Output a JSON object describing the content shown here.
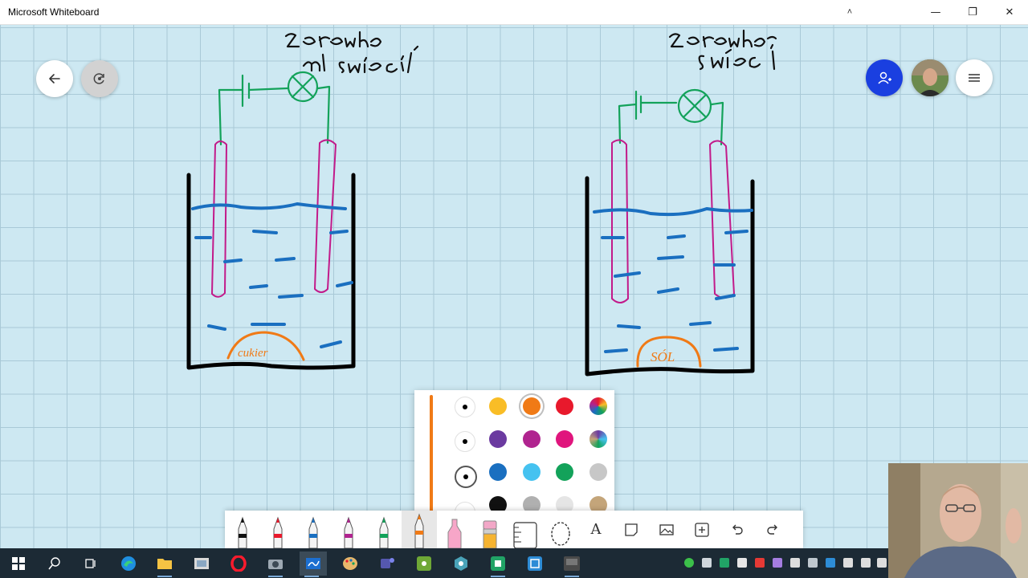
{
  "window": {
    "title": "Microsoft Whiteboard",
    "collapse_glyph": "˄",
    "minimize_glyph": "—",
    "maximize_glyph": "❐",
    "close_glyph": "✕"
  },
  "canvas": {
    "background_color": "#cde8f2",
    "grid_color": "#a9c9d7",
    "left_drawing": {
      "caption_line1": "żarówka",
      "caption_line2": "nie świeci",
      "substance_label": "cukier"
    },
    "right_drawing": {
      "caption_line1": "żarówka",
      "caption_line2": "świeci",
      "substance_label": "SÓL"
    }
  },
  "floating_buttons": {
    "back": "arrow-left-icon",
    "history": "rotate-icon",
    "invite": "person-add-icon",
    "menu": "hamburger-icon"
  },
  "palette": {
    "selected_color": "#f07a16",
    "pen_sizes": [
      "small",
      "medium",
      "large",
      "xlarge"
    ],
    "colors": [
      [
        "#f9bd26",
        "#f07a16",
        "#e8192c"
      ],
      [
        "#6b3aa0",
        "#b0248f",
        "#e0157d"
      ],
      [
        "#1a6fc0",
        "#45c2f0",
        "#13a25a",
        "#c7c7c7"
      ],
      [
        "#111111",
        "#b0b0b0",
        "#e5e5e5",
        "#c4a57a"
      ]
    ]
  },
  "toolbar": {
    "tools": [
      "black-pen",
      "red-pen",
      "blue-pen",
      "magenta-pen",
      "green-pen",
      "orange-pen",
      "highlighter",
      "eraser",
      "ruler",
      "lasso",
      "text",
      "sticky-note",
      "image",
      "insert",
      "undo",
      "redo"
    ],
    "text_tool_glyph": "A"
  },
  "taskbar": {
    "items": [
      "windows-start",
      "search",
      "task-view",
      "edge",
      "file-explorer",
      "photos",
      "opera",
      "camera",
      "whiteboard",
      "paint",
      "teams",
      "app-green",
      "app-cyan",
      "app-green-2",
      "app-blue",
      "tv-app"
    ]
  }
}
